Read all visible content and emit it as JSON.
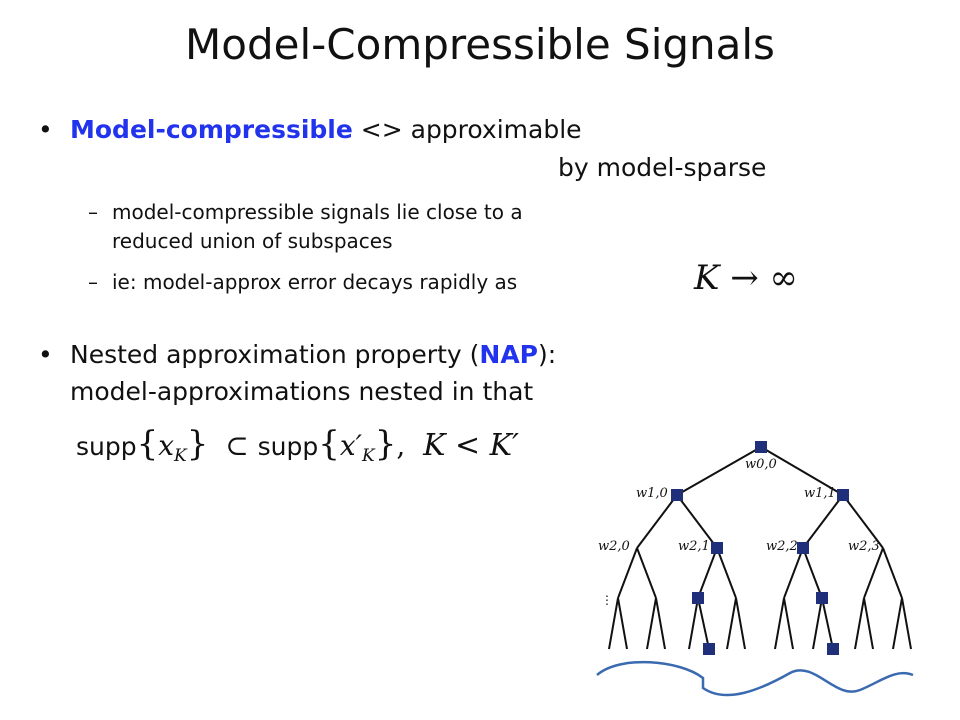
{
  "slide": {
    "title": "Model-Compressible Signals",
    "bullet1": {
      "term": "Model-compressible",
      "rel": "<> approximable",
      "cont": "by model-sparse",
      "sub1_line1": "model-compressible signals lie close to a",
      "sub1_line2": "reduced union of subspaces",
      "sub2_text": "ie:  model-approx error decays rapidly as",
      "sub2_math_K": "K",
      "sub2_math_arrow": "→ ∞"
    },
    "bullet2": {
      "pre": "Nested approximation property (",
      "nap": "NAP",
      "post": "):",
      "line2": "model-approximations nested in that"
    },
    "formula": {
      "supp1": "supp",
      "x": "x",
      "subK": "K",
      "supp2": "supp",
      "xprime": "x′",
      "subKprime": "K",
      "cond": "K < K′"
    },
    "tree_labels": {
      "w00": "w0,0",
      "w10": "w1,0",
      "w11": "w1,1",
      "w20": "w2,0",
      "w21": "w2,1",
      "w22": "w2,2",
      "w23": "w2,3",
      "dots": "⋮"
    },
    "colors": {
      "accent": "#2233ee",
      "node": "#1f2f7a",
      "wave": "#3a6ab0"
    }
  }
}
